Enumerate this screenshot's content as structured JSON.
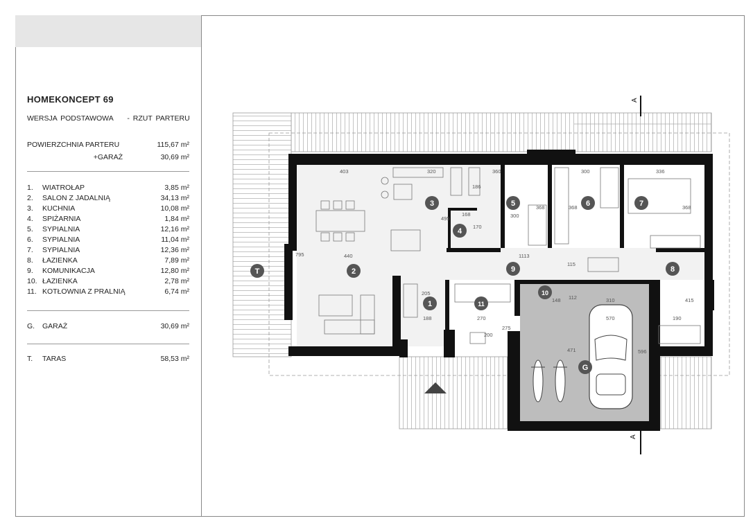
{
  "project": {
    "name": "HOMEKONCEPT 69",
    "version": "WERSJA  PODSTAWOWA",
    "view": "-  RZUT PARTERU"
  },
  "totals": [
    {
      "label": "POWIERZCHNIA PARTERU",
      "value": "115,67 m²"
    },
    {
      "label": "+GARAŻ",
      "value": "30,69 m²"
    }
  ],
  "rooms": [
    {
      "num": "1.",
      "name": "WIATROŁAP",
      "area": "3,85 m²"
    },
    {
      "num": "2.",
      "name": "SALON Z JADALNIĄ",
      "area": "34,13 m²"
    },
    {
      "num": "3.",
      "name": "KUCHNIA",
      "area": "10,08 m²"
    },
    {
      "num": "4.",
      "name": "SPIŻARNIA",
      "area": "1,84 m²"
    },
    {
      "num": "5.",
      "name": "SYPIALNIA",
      "area": "12,16 m²"
    },
    {
      "num": "6.",
      "name": "SYPIALNIA",
      "area": "11,04 m²"
    },
    {
      "num": "7.",
      "name": "SYPIALNIA",
      "area": "12,36 m²"
    },
    {
      "num": "8.",
      "name": "ŁAZIENKA",
      "area": "7,89 m²"
    },
    {
      "num": "9.",
      "name": "KOMUNIKACJA",
      "area": "12,80 m²"
    },
    {
      "num": "10.",
      "name": "ŁAZIENKA",
      "area": "2,78 m²"
    },
    {
      "num": "11.",
      "name": "KOTŁOWNIA Z PRALNIĄ",
      "area": "6,74 m²"
    }
  ],
  "garage": {
    "num": "G.",
    "name": "GARAŻ",
    "area": "30,69 m²"
  },
  "terrace": {
    "num": "T.",
    "name": "TARAS",
    "area": "58,53 m²"
  },
  "plan": {
    "section_mark": "A",
    "room_markers": [
      "1",
      "2",
      "3",
      "4",
      "5",
      "6",
      "7",
      "8",
      "9",
      "10",
      "11",
      "G",
      "T"
    ],
    "dimensions": [
      "403",
      "320",
      "360",
      "300",
      "336",
      "186",
      "495",
      "168",
      "170",
      "300",
      "368",
      "368",
      "368",
      "795",
      "440",
      "1113",
      "115",
      "310",
      "570",
      "205",
      "270",
      "275",
      "188",
      "200",
      "148",
      "112",
      "415",
      "190",
      "471",
      "596"
    ]
  }
}
